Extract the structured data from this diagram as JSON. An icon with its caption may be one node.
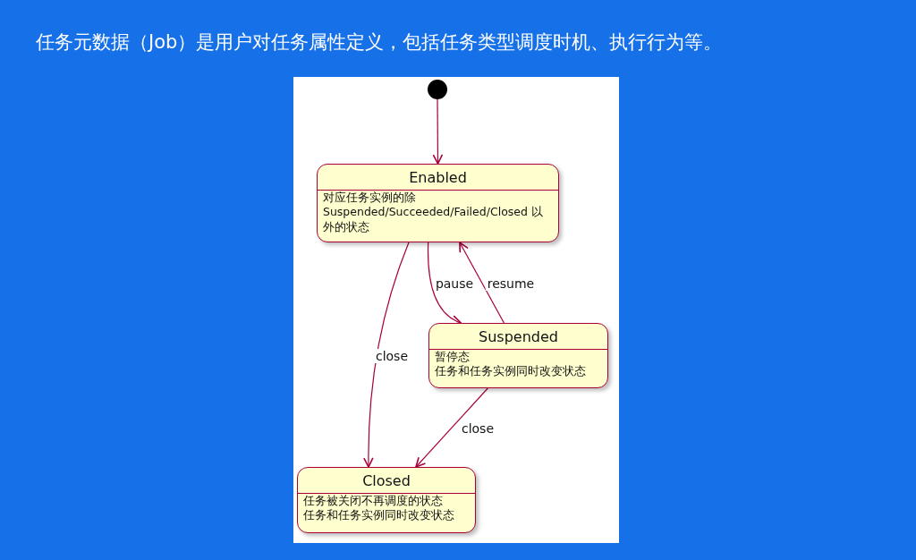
{
  "diagram": {
    "title": "任务元数据（Job）是用户对任务属性定义，包括任务类型调度时机、执行行为等。",
    "nodes": [
      {
        "text": [],
        "shape": "circle"
      },
      {
        "text": [
          "Enabled",
          "对应任务实例的除 Suspended/Succeeded/Failed/Closed 以外的状态"
        ]
      },
      {
        "text": [
          "Suspended",
          "暂停态",
          "任务和任务实例同时改变状态"
        ]
      },
      {
        "text": [
          "Closed",
          "任务被关闭不再调度的状态",
          "任务和任务实例同时改变状态"
        ]
      }
    ],
    "edges": [
      {
        "from": 0,
        "to": 1,
        "arrow": "to"
      },
      {
        "from": 1,
        "to": 2,
        "arrow": "to",
        "label": "pause"
      },
      {
        "from": 2,
        "to": 1,
        "arrow": "to",
        "label": "resume"
      },
      {
        "from": 1,
        "to": 3,
        "arrow": "to",
        "label": "close"
      },
      {
        "from": 2,
        "to": 3,
        "arrow": "to",
        "label": "close"
      }
    ]
  }
}
